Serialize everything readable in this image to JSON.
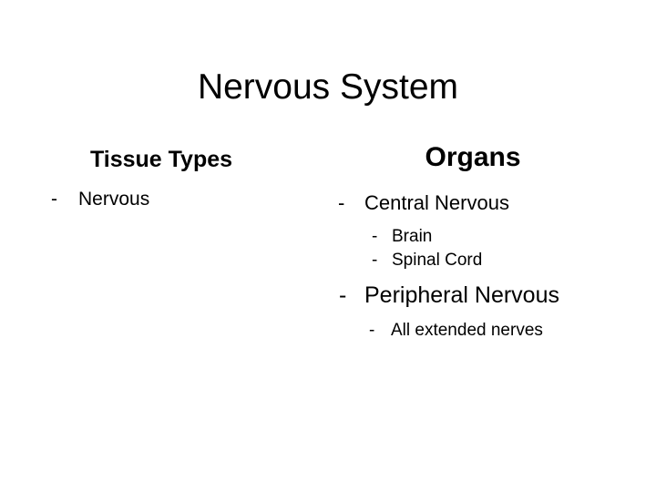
{
  "slide": {
    "title": "Nervous System",
    "background_color": "#ffffff",
    "text_color": "#000000",
    "bullet_marker": "-",
    "columns": [
      {
        "id": "tissue-types",
        "heading": "Tissue Types",
        "items": [
          {
            "label": "Nervous",
            "level": 1
          }
        ]
      },
      {
        "id": "organs",
        "heading": "Organs",
        "items": [
          {
            "label": "Central Nervous",
            "level": 1
          },
          {
            "label": "Brain",
            "level": 2
          },
          {
            "label": "Spinal Cord",
            "level": 2
          },
          {
            "label": "Peripheral Nervous",
            "level": 1
          },
          {
            "label": "All extended nerves",
            "level": 2
          }
        ]
      }
    ]
  }
}
